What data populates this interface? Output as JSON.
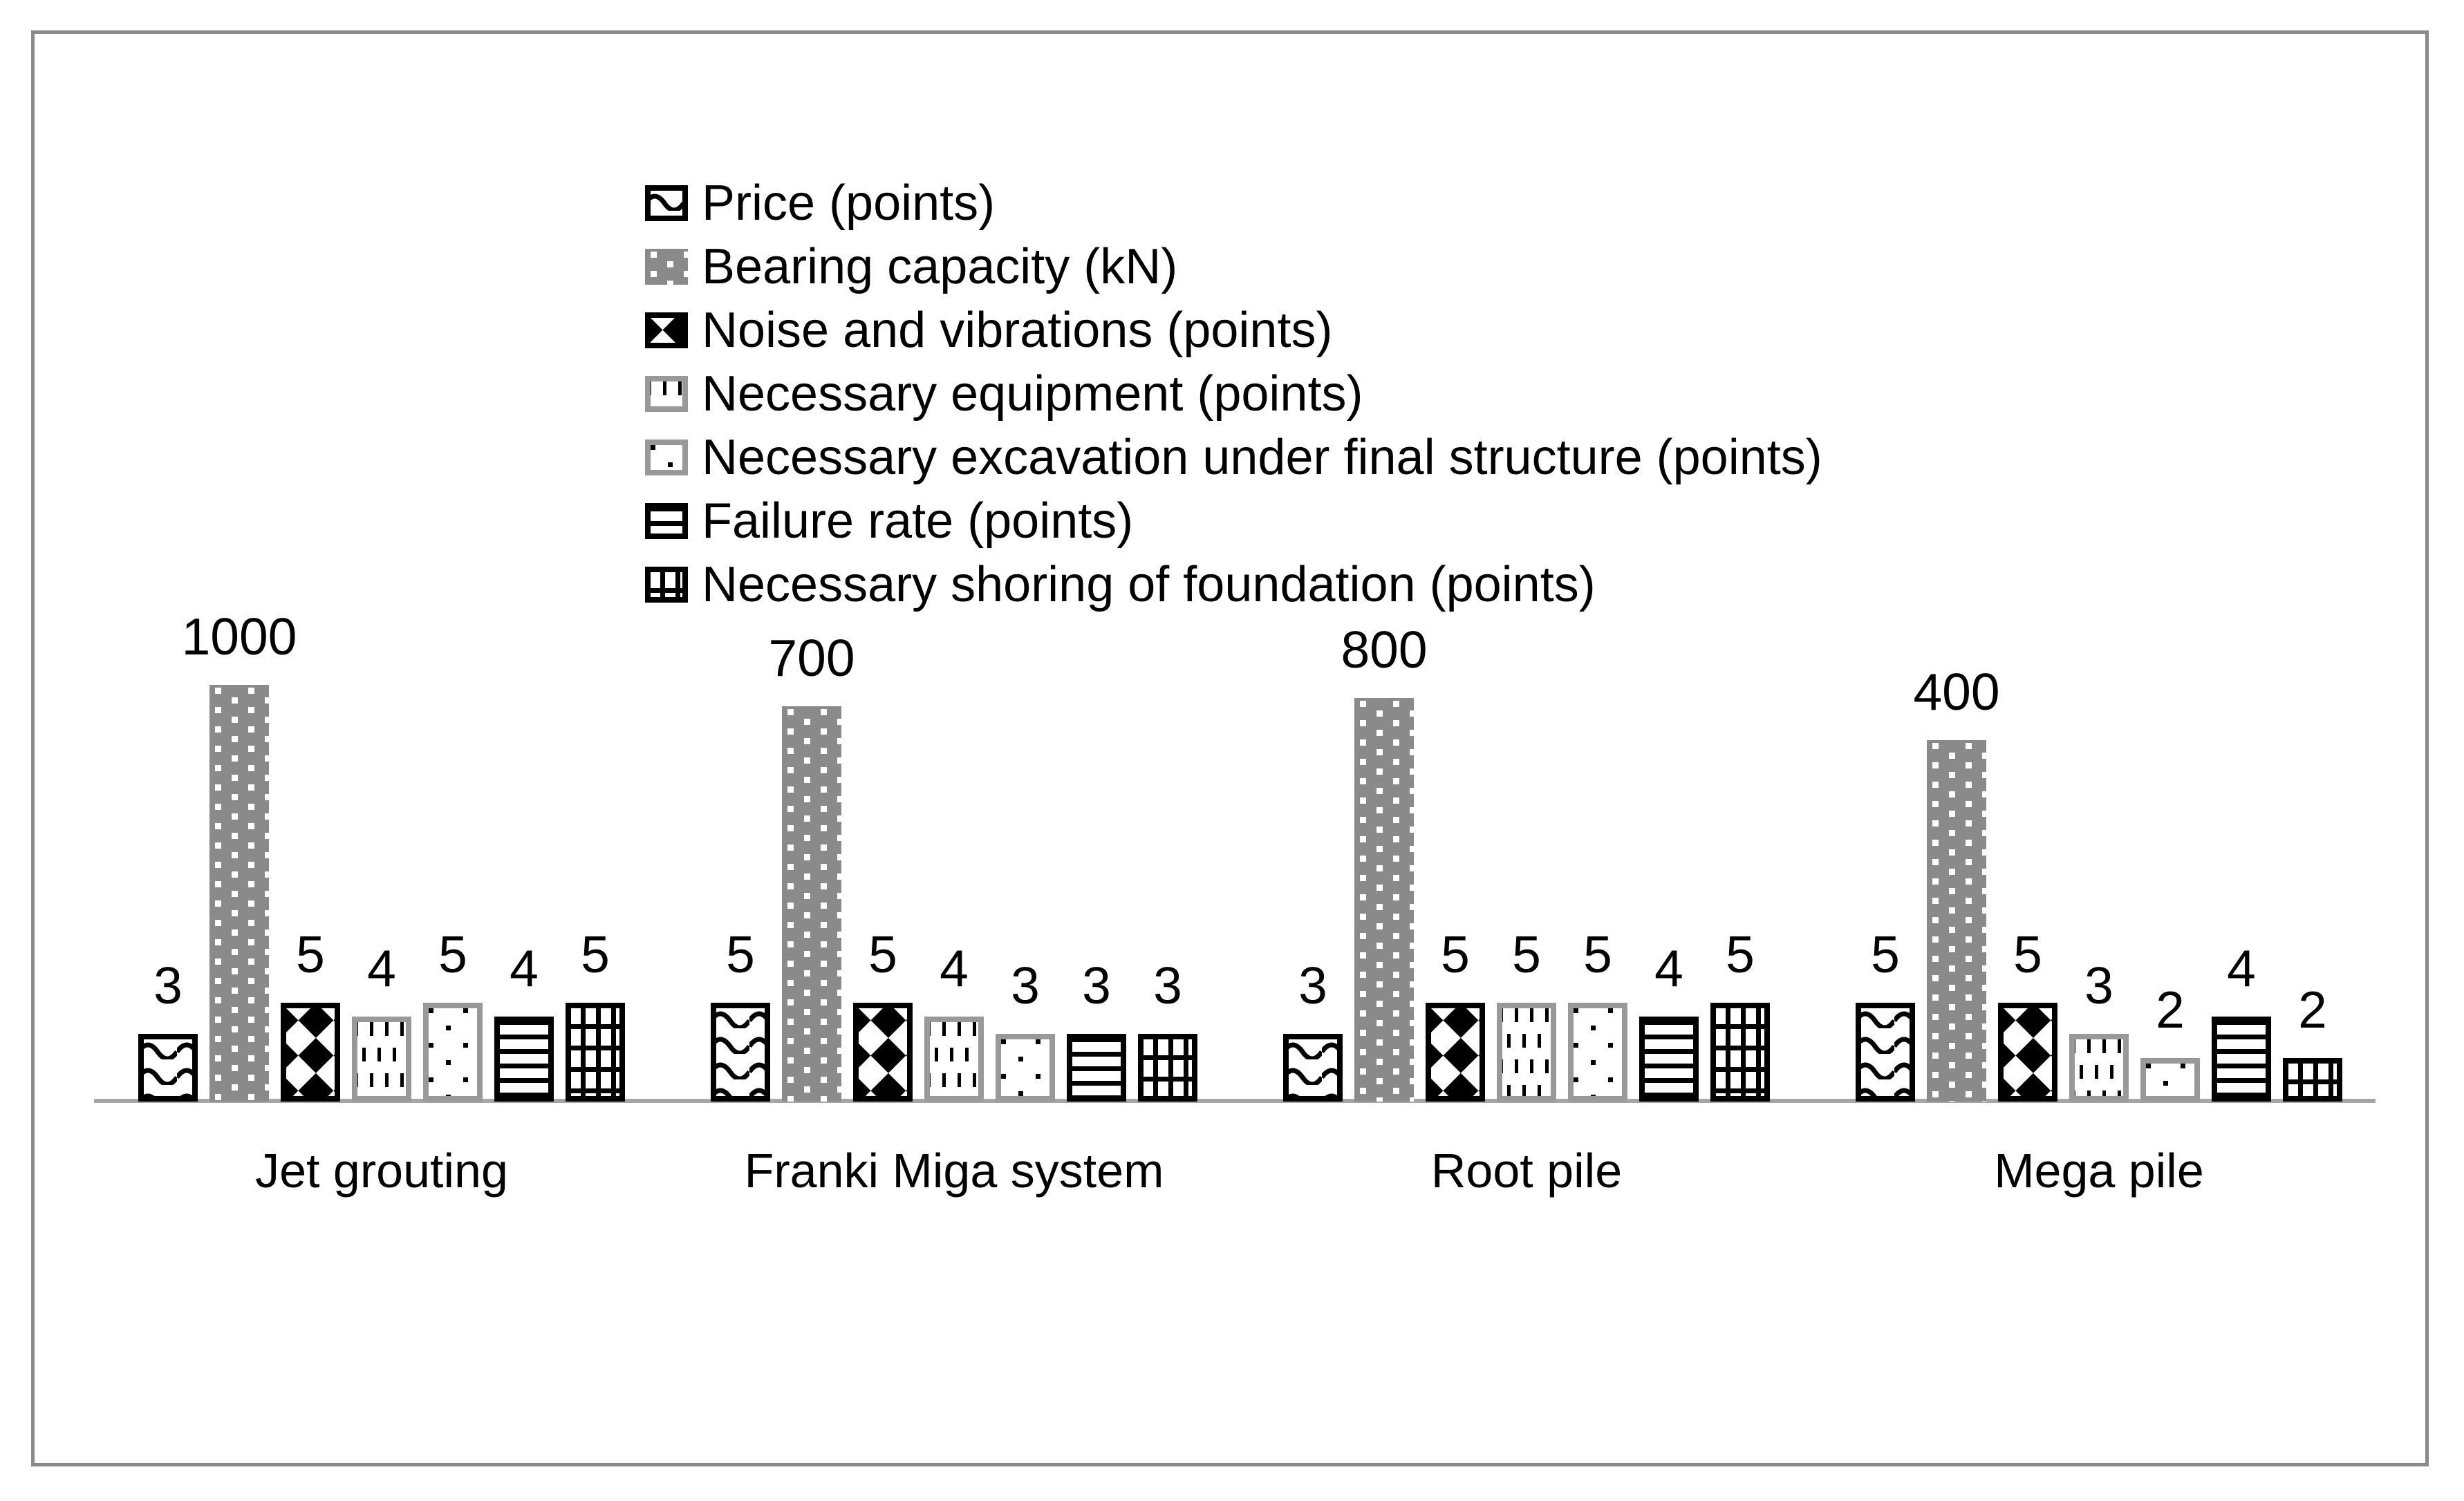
{
  "chart_data": {
    "type": "bar",
    "title": "",
    "categories": [
      "Jet grouting",
      "Franki Miga system",
      "Root pile",
      "Mega pile"
    ],
    "series": [
      {
        "name": "Price (points)",
        "pattern": "wave",
        "border": "#000000",
        "values": [
          3,
          5,
          3,
          5
        ]
      },
      {
        "name": "Bearing capacity (kN)",
        "pattern": "gray-dots",
        "border": null,
        "values": [
          1000,
          700,
          800,
          400
        ]
      },
      {
        "name": "Noise and vibrations (points)",
        "pattern": "diamond-checker",
        "border": "#000000",
        "values": [
          5,
          5,
          5,
          5
        ]
      },
      {
        "name": "Necessary equipment (points)",
        "pattern": "vertical-dashes",
        "border": "#999999",
        "values": [
          4,
          4,
          5,
          3
        ]
      },
      {
        "name": "Necessary excavation under final structure (points)",
        "pattern": "sparse-dots",
        "border": "#999999",
        "values": [
          5,
          3,
          5,
          2
        ]
      },
      {
        "name": "Failure rate (points)",
        "pattern": "horizontal-stripes",
        "border": "#000000",
        "values": [
          4,
          3,
          4,
          4
        ]
      },
      {
        "name": "Necessary shoring of foundation (points)",
        "pattern": "grid",
        "border": "#000000",
        "values": [
          5,
          3,
          5,
          2
        ]
      }
    ],
    "data_labels": true,
    "value_scale": "log10",
    "legend_position": "top-center",
    "gridlines": false,
    "y_axis": "hidden",
    "x_axis_line": true
  },
  "colors": {
    "background": "#ffffff",
    "frame_border": "#8a8a8a",
    "axis_line": "#a6a6a6",
    "bearing_bar_gray": "#8a8a8a",
    "gray_border": "#999999",
    "black": "#000000",
    "text": "#000000"
  }
}
